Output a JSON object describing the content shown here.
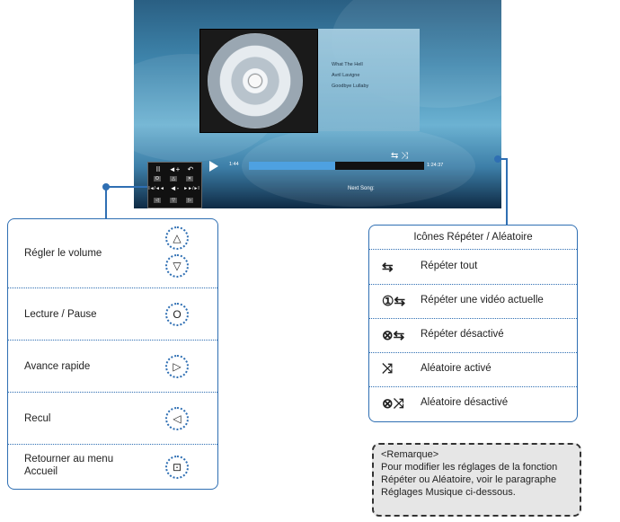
{
  "player": {
    "track_lines": [
      "What The Hell",
      "Avril Lavigne",
      "Goodbye Lullaby"
    ],
    "time_elapsed": "1:44",
    "time_total": "1:24:37",
    "progress_fraction": 0.49,
    "next_song_label": "Next Song:",
    "controls": {
      "pause": "II",
      "volume_up": "◄+",
      "back": "↶",
      "prev": "I◄/◄◄",
      "volume_down": "◄-",
      "next": "►►/►I"
    }
  },
  "left_panel": {
    "rows": [
      {
        "label": "Régler le volume",
        "icons": [
          "△",
          "▽"
        ]
      },
      {
        "label": "Lecture / Pause",
        "icons": [
          "O"
        ]
      },
      {
        "label": "Avance rapide",
        "icons": [
          "▷"
        ]
      },
      {
        "label": "Recul",
        "icons": [
          "◁"
        ]
      },
      {
        "label": "Retourner au menu Accueil",
        "icons": [
          "⊡"
        ]
      }
    ]
  },
  "right_panel": {
    "title": "Icônes Répéter / Aléatoire",
    "rows": [
      {
        "icon": "⇆",
        "label": "Répéter tout"
      },
      {
        "icon": "①⇆",
        "label": "Répéter une vidéo actuelle"
      },
      {
        "icon": "⊗⇆",
        "label": "Répéter désactivé"
      },
      {
        "icon": "⤨",
        "label": "Aléatoire activé"
      },
      {
        "icon": "⊗⤨",
        "label": "Aléatoire désactivé"
      }
    ]
  },
  "remark": {
    "title": "<Remarque>",
    "lines": [
      "Pour modifier les réglages de la fonction",
      "Répéter ou Aléatoire, voir le paragraphe",
      "Réglages Musique ci-dessous."
    ]
  },
  "colors": {
    "accent": "#2f6fb3",
    "progress": "#4ea1e1"
  }
}
